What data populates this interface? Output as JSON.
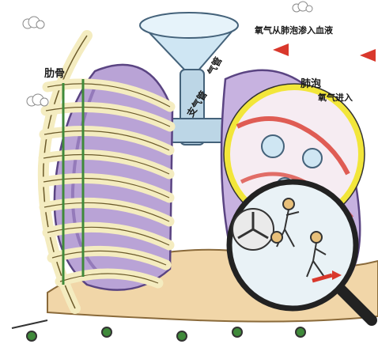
{
  "labels": {
    "rib": "肋骨",
    "oxygen_into_blood": "氧气从肺泡渗入血液",
    "alveolus": "肺泡",
    "oxygen_enters": "氧气进入",
    "trachea": "气管",
    "bronchus": "支气管"
  },
  "colors": {
    "lung": "#b9a3d6",
    "lung_dark": "#7c5fa6",
    "rib": "#f4ecc0",
    "rib_outline": "#6b5a2a",
    "diaphragm": "#f1d6a8",
    "magnifier_ring": "#f2e63a",
    "magnifier_handle": "#222222",
    "blood": "#d9382c",
    "air": "#cfe6f3",
    "arrow": "#d9382c"
  },
  "icons": [
    "cloud-icon",
    "worker-figure-icon",
    "magnifying-glass-icon",
    "fan-icon",
    "arrow-icon"
  ]
}
